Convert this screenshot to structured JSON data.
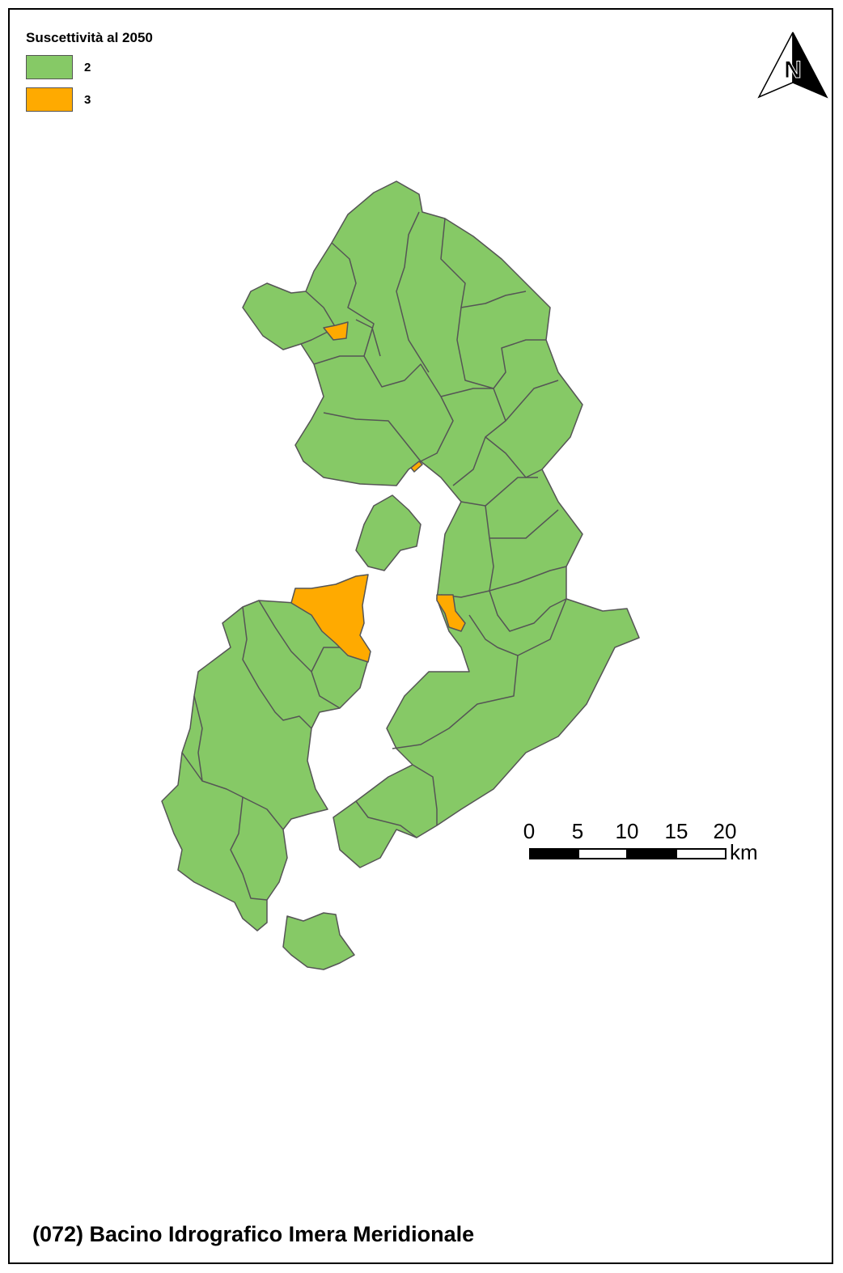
{
  "legend": {
    "title": "Suscettività al 2050",
    "classes": [
      {
        "label": "2",
        "color": "#86c966"
      },
      {
        "label": "3",
        "color": "#ffaa00"
      }
    ]
  },
  "north_arrow": {
    "letter": "N",
    "icon": "north-arrow-icon"
  },
  "scale_bar": {
    "ticks": [
      "0",
      "5",
      "10",
      "15",
      "20"
    ],
    "unit": "km"
  },
  "title": "(072) Bacino Idrografico Imera Meridionale",
  "colors": {
    "class_2": "#86c966",
    "class_3": "#ffaa00",
    "boundary": "#555555"
  }
}
